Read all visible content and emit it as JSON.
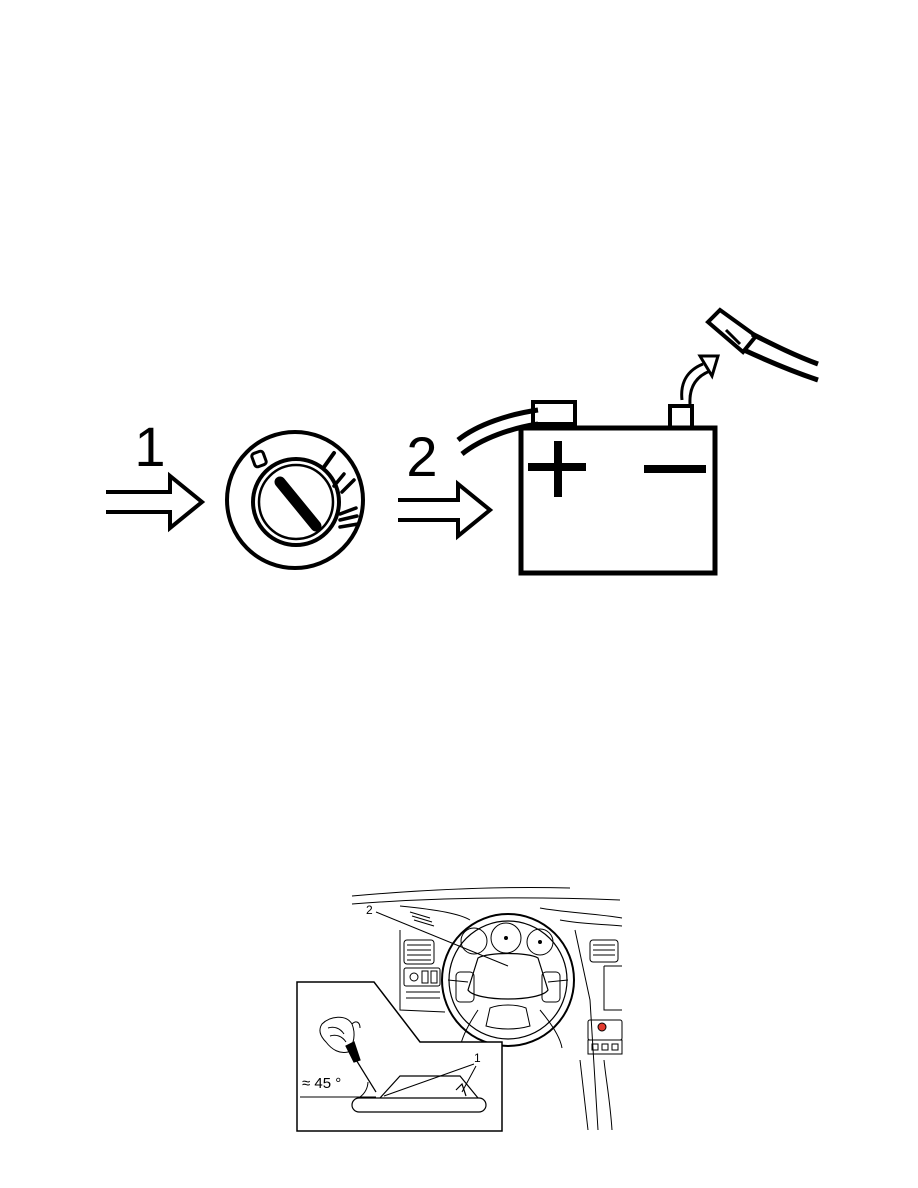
{
  "figure1": {
    "step1_label": "1",
    "step2_label": "2",
    "positive_symbol": "+",
    "negative_symbol": "−",
    "icons": [
      "ignition-switch-icon",
      "battery-icon",
      "disconnected-cable-icon"
    ]
  },
  "figure2": {
    "callout_1": "1",
    "callout_2": "2",
    "angle_label": "≈ 45 °",
    "icons": [
      "dashboard-illustration",
      "steering-wheel-icon",
      "screwdriver-icon",
      "hand-icon"
    ]
  },
  "colors": {
    "ink": "#000000",
    "paper": "#ffffff",
    "accent": "#e33b2f"
  }
}
